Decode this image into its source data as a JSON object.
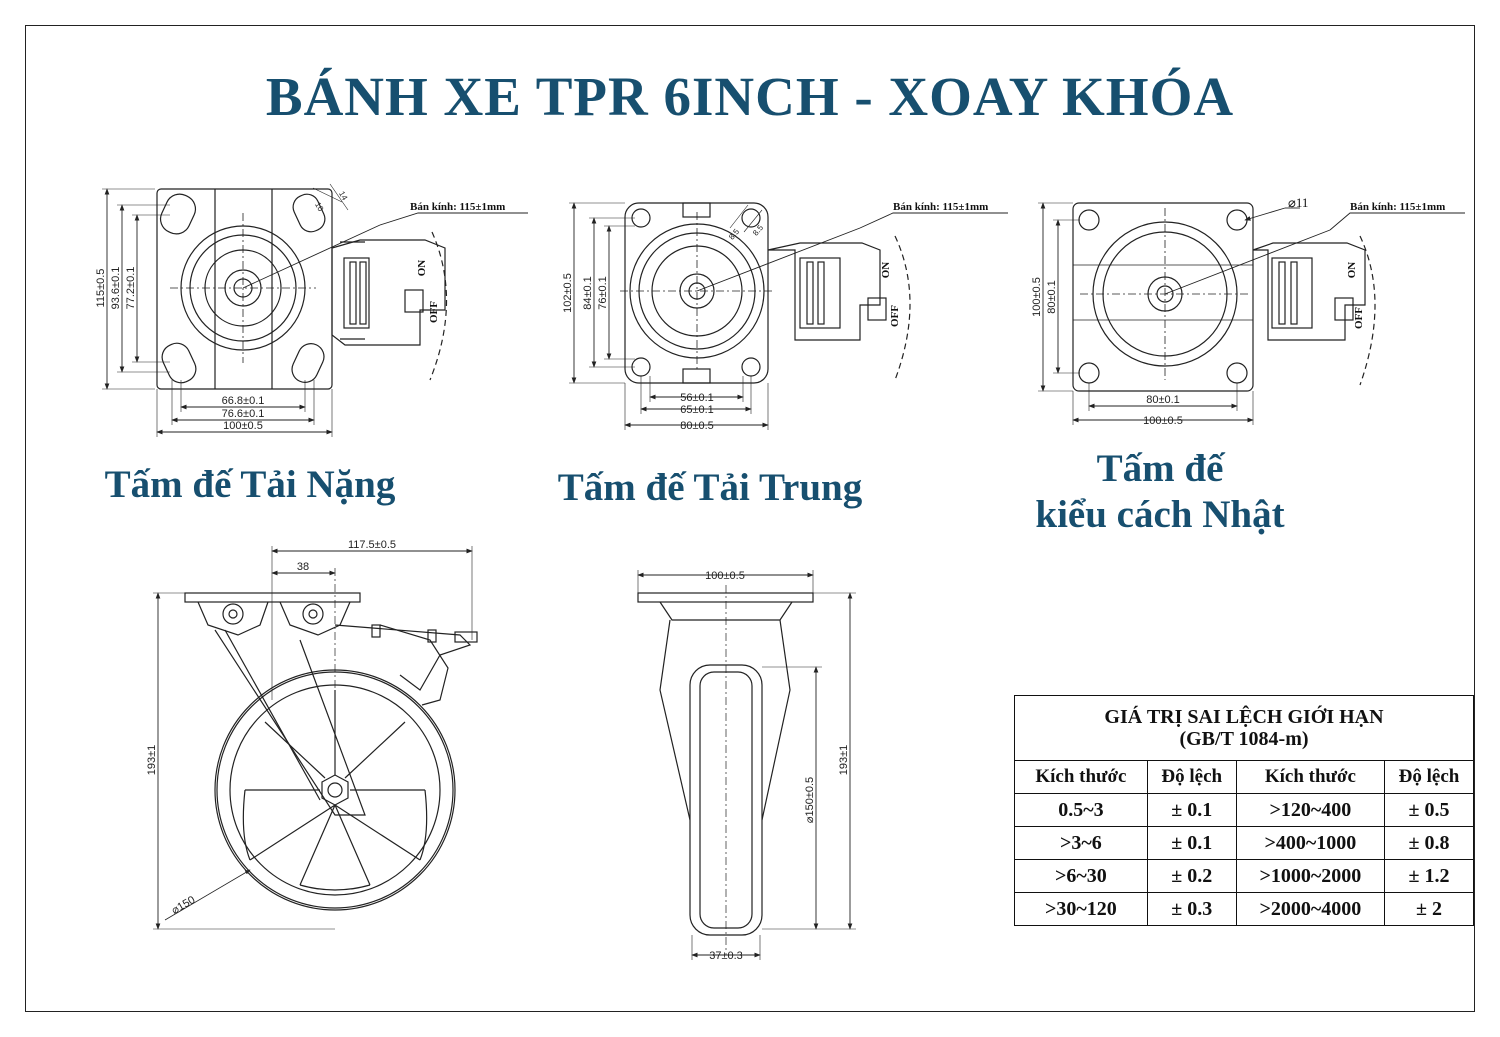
{
  "title": "BÁNH XE TPR 6INCH - XOAY KHÓA",
  "captions": {
    "heavy": "Tấm đế Tải Nặng",
    "medium": "Tấm đế Tải Trung",
    "japanese_line1": "Tấm đế",
    "japanese_line2": "kiểu cách Nhật"
  },
  "plate_heavy": {
    "radius_label": "Bán kính: 115±1mm",
    "dim_total_height": "115±0.5",
    "dim_hole_height_outer": "93.6±0.1",
    "dim_hole_height_inner": "77.2±0.1",
    "dim_hole_width_inner": "66.8±0.1",
    "dim_hole_width_outer": "76.6±0.1",
    "dim_total_width": "100±0.5",
    "slot_dim_a": "10",
    "slot_dim_b": "14",
    "on_label": "ON",
    "off_label": "OFF"
  },
  "plate_medium": {
    "radius_label": "Bán kính: 115±1mm",
    "dim_total_height": "102±0.5",
    "dim_hole_height_outer": "84±0.1",
    "dim_hole_height_inner": "76±0.1",
    "dim_hole_width_inner": "56±0.1",
    "dim_hole_width_outer": "65±0.1",
    "dim_total_width": "80±0.5",
    "slot_dim_a": "8.5",
    "slot_dim_b": "8.5",
    "on_label": "ON",
    "off_label": "OFF"
  },
  "plate_japanese": {
    "radius_label": "Bán kính: 115±1mm",
    "hole_diameter": "⌀11",
    "dim_total_height": "100±0.5",
    "dim_hole_height": "80±0.1",
    "dim_hole_width": "80±0.1",
    "dim_total_width": "100±0.5",
    "on_label": "ON",
    "off_label": "OFF"
  },
  "side_view": {
    "dim_reach": "117.5±0.5",
    "dim_offset": "38",
    "dim_height": "193±1",
    "dim_wheel_diameter": "⌀150"
  },
  "front_view": {
    "dim_plate_width": "100±0.5",
    "dim_height": "193±1",
    "dim_wheel_diameter": "⌀150±0.5",
    "dim_wheel_width": "37±0.3"
  },
  "tolerance_table": {
    "title_line1": "GIÁ TRỊ SAI LỆCH GIỚI HẠN",
    "title_line2": "(GB/T 1084-m)",
    "headers": [
      "Kích thước",
      "Độ lệch",
      "Kích thước",
      "Độ lệch"
    ],
    "rows": [
      [
        "0.5~3",
        "± 0.1",
        ">120~400",
        "± 0.5"
      ],
      [
        ">3~6",
        "± 0.1",
        ">400~1000",
        "± 0.8"
      ],
      [
        ">6~30",
        "± 0.2",
        ">1000~2000",
        "± 1.2"
      ],
      [
        ">30~120",
        "± 0.3",
        ">2000~4000",
        "±   2"
      ]
    ]
  },
  "colors": {
    "accent": "#174f6f",
    "line": "#222222"
  }
}
